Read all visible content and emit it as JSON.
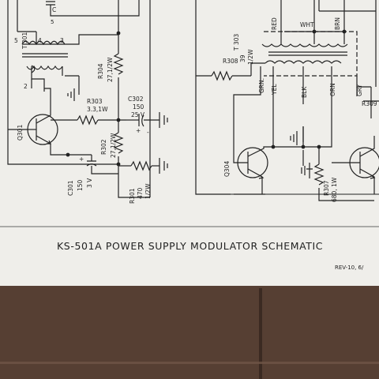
{
  "document": {
    "title": "KS-501A POWER SUPPLY MODULATOR SCHEMATIC",
    "revision": "REV-10, 6/"
  },
  "labels": {
    "c_top": "C",
    "c_top_5": "5",
    "t301": "T 301",
    "t301_pin5": "5",
    "t301_pin4": "4",
    "t301_pin3": "3",
    "t301_pin2": "2",
    "r304": "R304",
    "r304_val": "27,1/2W",
    "r303": "R303",
    "r303_val": "3.3,1W",
    "c302": "C302",
    "c302_val": "150",
    "c302_volt": "25 V",
    "q301": "Q301",
    "r302": "R302",
    "r302_val": "27,1/2W",
    "c301": "C301",
    "c301_val": "150",
    "c301_volt": "3 V",
    "r301": "R301",
    "r301_val": "470",
    "r301_watt": "1/2W",
    "plus1": "+",
    "plus2": "+",
    "minus1": "-",
    "r308": "R308",
    "r308_val": "39",
    "r308_watt": "1/2W",
    "t303": "T 303",
    "red": "RED",
    "wht": "WHT",
    "brn": "BRN",
    "grn": "GRN.",
    "yel": "YEL",
    "blk": "BLK",
    "orn": "ORN",
    "gry": "GRY",
    "r309": "R309",
    "q304": "Q304",
    "r307": "R307",
    "r307_val": "680, 1W"
  }
}
